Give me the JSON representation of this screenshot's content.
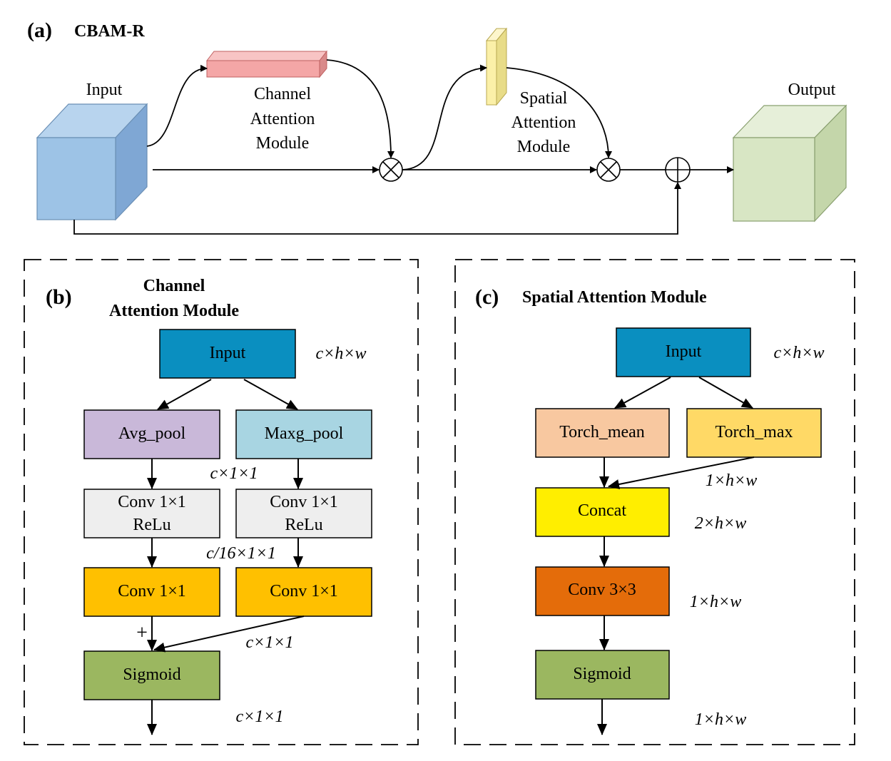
{
  "panel_a": {
    "label": "(a)",
    "title": "CBAM-R",
    "input_label": "Input",
    "output_label": "Output",
    "channel_module": [
      "Channel",
      "Attention",
      "Module"
    ],
    "spatial_module": [
      "Spatial",
      "Attention",
      "Module"
    ]
  },
  "panel_b": {
    "label": "(b)",
    "title_line1": "Channel",
    "title_line2": "Attention Module",
    "input": "Input",
    "input_dim": "c×h×w",
    "avg_pool": "Avg_pool",
    "max_pool": "Maxg_pool",
    "pool_dim": "c×1×1",
    "conv_relu_a": [
      "Conv 1×1",
      "ReLu"
    ],
    "conv_relu_b": [
      "Conv 1×1",
      "ReLu"
    ],
    "reduced_dim": "c/16×1×1",
    "conv_a": "Conv 1×1",
    "conv_b": "Conv 1×1",
    "plus": "+",
    "sum_dim": "c×1×1",
    "sigmoid": "Sigmoid",
    "output_dim": "c×1×1"
  },
  "panel_c": {
    "label": "(c)",
    "title": "Spatial Attention Module",
    "input": "Input",
    "input_dim": "c×h×w",
    "torch_mean": "Torch_mean",
    "torch_max": "Torch_max",
    "pool_dim": "1×h×w",
    "concat": "Concat",
    "concat_dim": "2×h×w",
    "conv": "Conv 3×3",
    "conv_dim": "1×h×w",
    "sigmoid": "Sigmoid",
    "output_dim": "1×h×w"
  },
  "colors": {
    "input_cube": "#9dc3e6",
    "output_cube": "#d8e6c4",
    "channel_bar": "#f4a6a6",
    "spatial_slab": "#fbf0a8",
    "input_box": "#0a8fc0",
    "avg_pool": "#c9b8d9",
    "max_pool": "#a8d5e2",
    "conv_relu": "#eeeeee",
    "conv": "#ffc000",
    "sigmoid": "#9bb760",
    "torch_mean": "#f8c8a0",
    "torch_max": "#ffd966",
    "concat": "#ffee00",
    "conv3": "#e46c0a"
  }
}
